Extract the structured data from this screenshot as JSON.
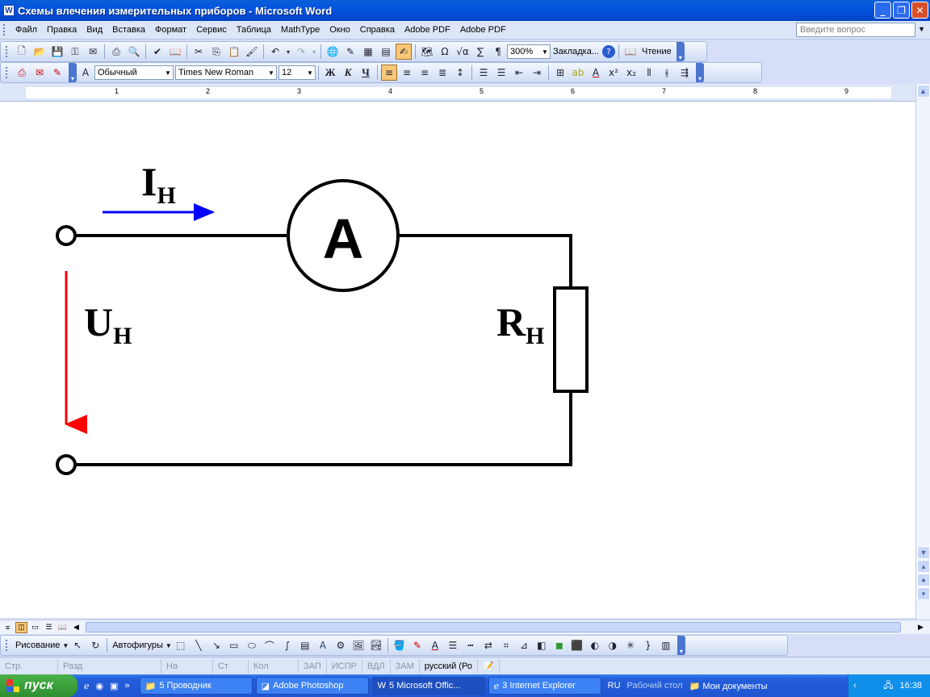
{
  "window": {
    "title": "Схемы влечения измерительных приборов - Microsoft Word",
    "app_icon": "W"
  },
  "menu": [
    "Файл",
    "Правка",
    "Вид",
    "Вставка",
    "Формат",
    "Сервис",
    "Таблица",
    "MathType",
    "Окно",
    "Справка",
    "Adobe PDF",
    "Adobe PDF"
  ],
  "help_box": {
    "placeholder": "Введите вопрос"
  },
  "standard_toolbar": {
    "zoom": "300%",
    "bookmark": "Закладка...",
    "reading": "Чтение"
  },
  "formatting_toolbar": {
    "style": "Обычный",
    "font": "Times New Roman",
    "size": "12",
    "bold": "Ж",
    "italic": "К",
    "underline": "Ч"
  },
  "ruler": {
    "numbers": [
      "1",
      "2",
      "3",
      "4",
      "5",
      "6",
      "7",
      "8",
      "9"
    ]
  },
  "diagram": {
    "current_label": "I",
    "current_sub": "H",
    "voltage_label": "U",
    "voltage_sub": "H",
    "resistor_label": "R",
    "resistor_sub": "H",
    "ammeter_label": "A",
    "colors": {
      "current_arrow": "#0000ff",
      "voltage_arrow": "#ff0000",
      "wire": "#000000"
    }
  },
  "drawing_toolbar": {
    "draw": "Рисование",
    "autoshapes": "Автофигуры"
  },
  "status": {
    "page": "Стр.",
    "section": "Разд",
    "at": "На",
    "line": "Ст",
    "col": "Кол",
    "rec": "ЗАП",
    "trk": "ИСПР",
    "ext": "ВДЛ",
    "ovr": "ЗАМ",
    "lang": "русский (Ро"
  },
  "taskbar": {
    "start": "пуск",
    "tasks": [
      "5 Проводник",
      "Adobe Photoshop",
      "5 Microsoft Offic...",
      "3 Internet Explorer"
    ],
    "lang": "RU",
    "desktop": "Рабочий стол",
    "mydocs": "Мои документы",
    "clock": "16:38"
  }
}
